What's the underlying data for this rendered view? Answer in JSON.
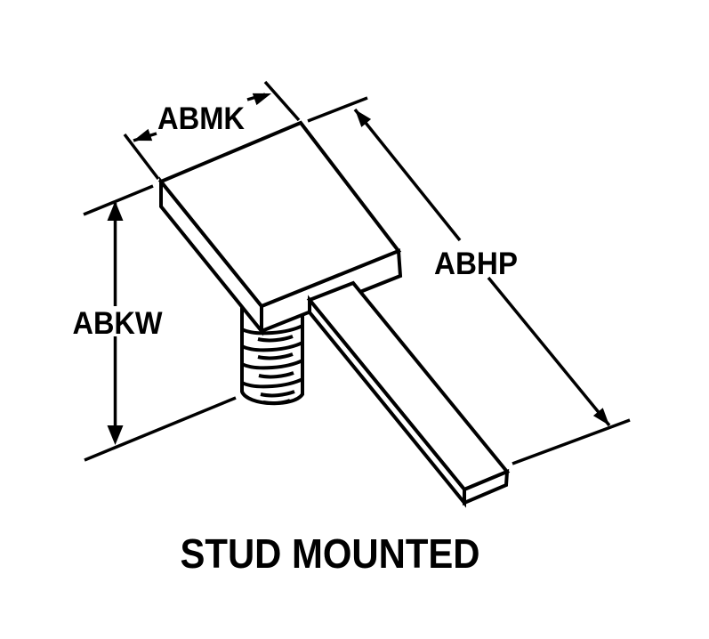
{
  "diagram": {
    "title": "STUD MOUNTED",
    "dimension_labels": {
      "abmk": "ABMK",
      "abkw": "ABKW",
      "abhp": "ABHP"
    },
    "colors": {
      "line": "#000000",
      "background": "#ffffff"
    }
  }
}
